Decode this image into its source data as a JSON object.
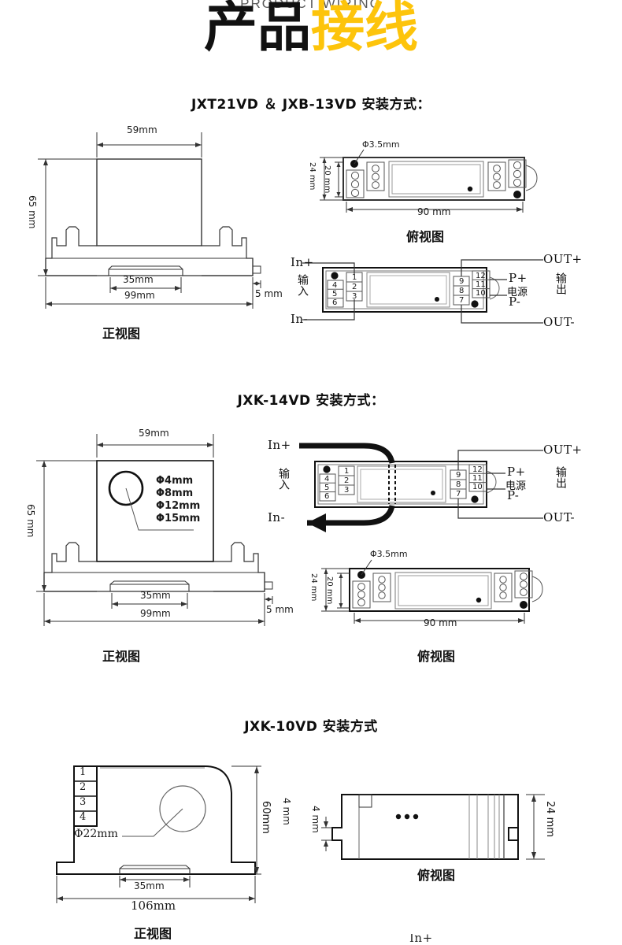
{
  "header": {
    "english": "PRODUCT WIRING",
    "chinese_black": "产品",
    "chinese_yellow": "接线",
    "yellow_hex": "#FDC40B",
    "black_hex": "#111111"
  },
  "sections": [
    {
      "id": "jxt21vd",
      "title": "JXT21VD ＆ JXB-13VD 安装方式：",
      "front_view": {
        "caption": "正视图",
        "dims": {
          "width_top": "59mm",
          "height": "65 mm",
          "rail": "35mm",
          "total_width": "99mm",
          "depth": "5 mm"
        }
      },
      "top_view": {
        "caption": "俯视图",
        "dims": {
          "hole": "Φ3.5mm",
          "height_outer": "24 mm",
          "height_inner": "20 mm",
          "length": "90 mm"
        }
      },
      "wiring": {
        "left_labels": {
          "in_plus": "In+",
          "in_minus": "In-",
          "side": "输入"
        },
        "right_labels": {
          "out_plus": "OUT+",
          "out_minus": "OUT-",
          "p_plus": "P+",
          "p_minus": "P-",
          "power": "电源",
          "output": "输出"
        },
        "terminals_left_outer": [
          "4",
          "5",
          "6"
        ],
        "terminals_left_inner": [
          "1",
          "2",
          "3"
        ],
        "terminals_right_inner": [
          "9",
          "8",
          "7"
        ],
        "terminals_right_outer": [
          "12",
          "11",
          "10"
        ]
      }
    },
    {
      "id": "jxk14vd",
      "title": "JXK-14VD 安装方式：",
      "front_view": {
        "caption": "正视图",
        "dims": {
          "width_top": "59mm",
          "height": "65 mm",
          "rail": "35mm",
          "total_width": "99mm",
          "depth": "5 mm"
        },
        "hole_options": [
          "Φ4mm",
          "Φ8mm",
          "Φ12mm",
          "Φ15mm"
        ]
      },
      "top_view": {
        "caption": "俯视图",
        "dims": {
          "hole": "Φ3.5mm",
          "height_outer": "24 mm",
          "height_inner": "20 mm",
          "length": "90 mm"
        }
      },
      "wiring": {
        "left_labels": {
          "in_plus": "In+",
          "in_minus": "In-",
          "side": "输入"
        },
        "right_labels": {
          "out_plus": "OUT+",
          "out_minus": "OUT-",
          "p_plus": "P+",
          "p_minus": "P-",
          "power": "电源",
          "output": "输出"
        },
        "terminals_left_outer": [
          "4",
          "5",
          "6"
        ],
        "terminals_left_inner": [
          "1",
          "2",
          "3"
        ],
        "terminals_right_inner": [
          "9",
          "8",
          "7"
        ],
        "terminals_right_outer": [
          "12",
          "11",
          "10"
        ]
      }
    },
    {
      "id": "jxk10vd",
      "title": "JXK-10VD 安装方式",
      "front_view": {
        "caption": "正视图",
        "terminals": [
          "1",
          "2",
          "3",
          "4"
        ],
        "dims": {
          "hole": "Φ22mm",
          "height": "60mm",
          "rail": "35mm",
          "total_width": "106mm",
          "foot": "4 mm"
        }
      },
      "top_view": {
        "caption": "俯视图",
        "dims": {
          "height": "24 mm",
          "notch": "4 mm"
        }
      }
    }
  ],
  "bottom_clipped": {
    "text": "In+"
  }
}
